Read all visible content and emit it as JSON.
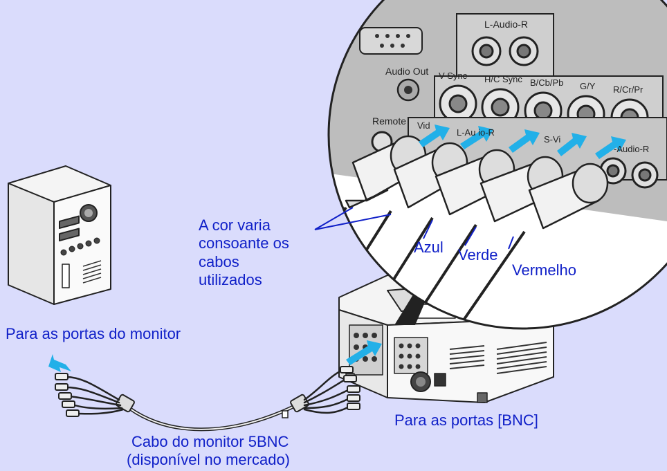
{
  "colors": {
    "background": "#dadcfc",
    "label_text": "#1020c8",
    "arrow": "#22b0e8"
  },
  "projector_panel": {
    "audio_in_label": "L-Audio-R",
    "audio_out_label": "Audio Out",
    "remote_label": "Remote",
    "video_label": "Vid",
    "video_audio_label": "L-Au   io-R",
    "svideo_label": "S-Vi",
    "svideo_audio_label": "-Audio-R",
    "bnc_ports": [
      "V Sync",
      "H/C Sync",
      "B/Cb/Pb",
      "G/Y",
      "R/Cr/Pr"
    ]
  },
  "labels": {
    "color_note": [
      "A cor varia",
      "consoante os",
      "cabos",
      "utilizados"
    ],
    "blue": "Azul",
    "green": "Verde",
    "red": "Vermelho",
    "monitor_ports": "Para as portas do monitor",
    "bnc_ports": "Para as portas  [BNC]",
    "cable_name": "Cabo do monitor 5BNC",
    "cable_note": "(disponível no mercado)"
  }
}
